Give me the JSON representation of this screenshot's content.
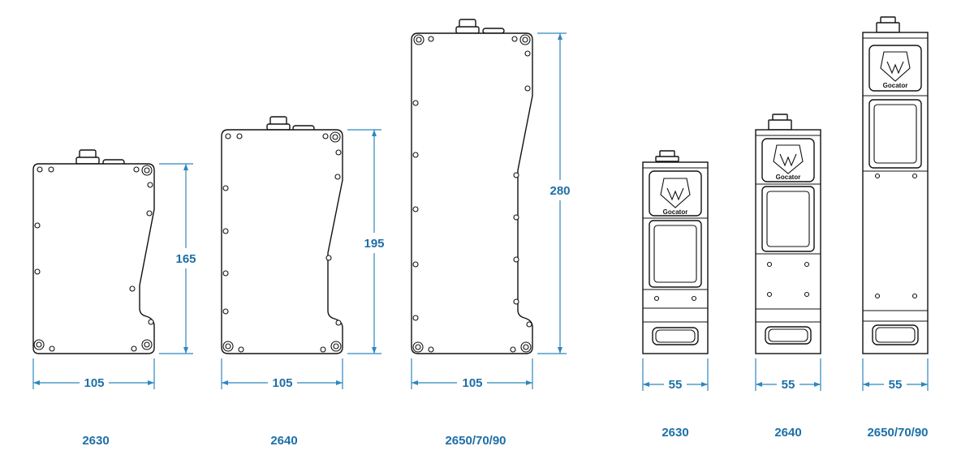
{
  "accent_color": "#1d6fa8",
  "line_color": "#111111",
  "side_views": [
    {
      "model": "2630",
      "width_label": "105",
      "height_label": "165"
    },
    {
      "model": "2640",
      "width_label": "105",
      "height_label": "195"
    },
    {
      "model": "2650/70/90",
      "width_label": "105",
      "height_label": "280"
    }
  ],
  "front_views": [
    {
      "model": "2630",
      "width_label": "55"
    },
    {
      "model": "2640",
      "width_label": "55"
    },
    {
      "model": "2650/70/90",
      "width_label": "55"
    }
  ],
  "logo_text": "Gocator"
}
